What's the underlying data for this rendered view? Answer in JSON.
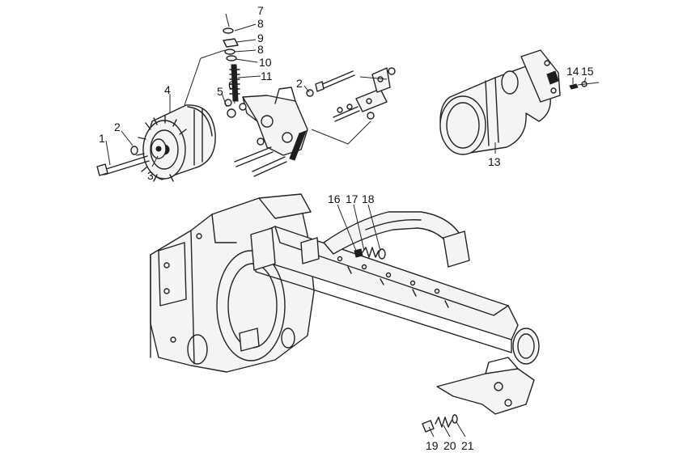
{
  "callouts": [
    {
      "id": "c1",
      "label": "1"
    },
    {
      "id": "c2a",
      "label": "2"
    },
    {
      "id": "c3",
      "label": "3"
    },
    {
      "id": "c4",
      "label": "4"
    },
    {
      "id": "c5",
      "label": "5"
    },
    {
      "id": "c6",
      "label": "6"
    },
    {
      "id": "c7",
      "label": "7"
    },
    {
      "id": "c8a",
      "label": "8"
    },
    {
      "id": "c9",
      "label": "9"
    },
    {
      "id": "c8b",
      "label": "8"
    },
    {
      "id": "c10",
      "label": "10"
    },
    {
      "id": "c11",
      "label": "11"
    },
    {
      "id": "c2b",
      "label": "2"
    },
    {
      "id": "c13",
      "label": "13"
    },
    {
      "id": "c14",
      "label": "14"
    },
    {
      "id": "c15",
      "label": "15"
    },
    {
      "id": "c16",
      "label": "16"
    },
    {
      "id": "c17",
      "label": "17"
    },
    {
      "id": "c18",
      "label": "18"
    },
    {
      "id": "c19",
      "label": "19"
    },
    {
      "id": "c20",
      "label": "20"
    },
    {
      "id": "c21",
      "label": "21"
    }
  ]
}
